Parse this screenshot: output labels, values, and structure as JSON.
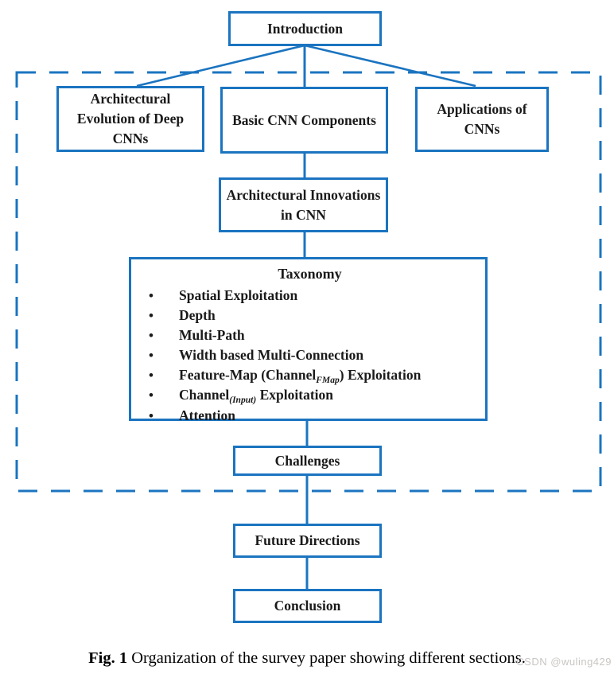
{
  "diagram": {
    "intro": "Introduction",
    "arch_evolution": "Architectural Evolution of Deep CNNs",
    "basic_cnn": "Basic CNN Components",
    "applications": "Applications of CNNs",
    "innovations": "Architectural Innovations in CNN",
    "taxonomy": {
      "title": "Taxonomy",
      "bullet_glyph": "•",
      "items": [
        {
          "prefix": "Spatial Exploitation",
          "sub": "",
          "suffix": ""
        },
        {
          "prefix": "Depth",
          "sub": "",
          "suffix": ""
        },
        {
          "prefix": "Multi-Path",
          "sub": "",
          "suffix": ""
        },
        {
          "prefix": "Width based Multi-Connection",
          "sub": "",
          "suffix": ""
        },
        {
          "prefix": "Feature-Map (Channel",
          "sub": "FMap",
          "suffix": ") Exploitation"
        },
        {
          "prefix": "Channel",
          "sub": "(Input)",
          "suffix": " Exploitation"
        },
        {
          "prefix": "Attention",
          "sub": "",
          "suffix": ""
        }
      ]
    },
    "challenges": "Challenges",
    "future_directions": "Future Directions",
    "conclusion": "Conclusion"
  },
  "caption": {
    "label": "Fig. 1",
    "text": " Organization of the survey paper showing different sections."
  },
  "watermark": "CSDN @wuling429",
  "colors": {
    "line_blue": "#1b74c0",
    "text": "#000000",
    "watermark_gray": "#c9c6c3"
  }
}
